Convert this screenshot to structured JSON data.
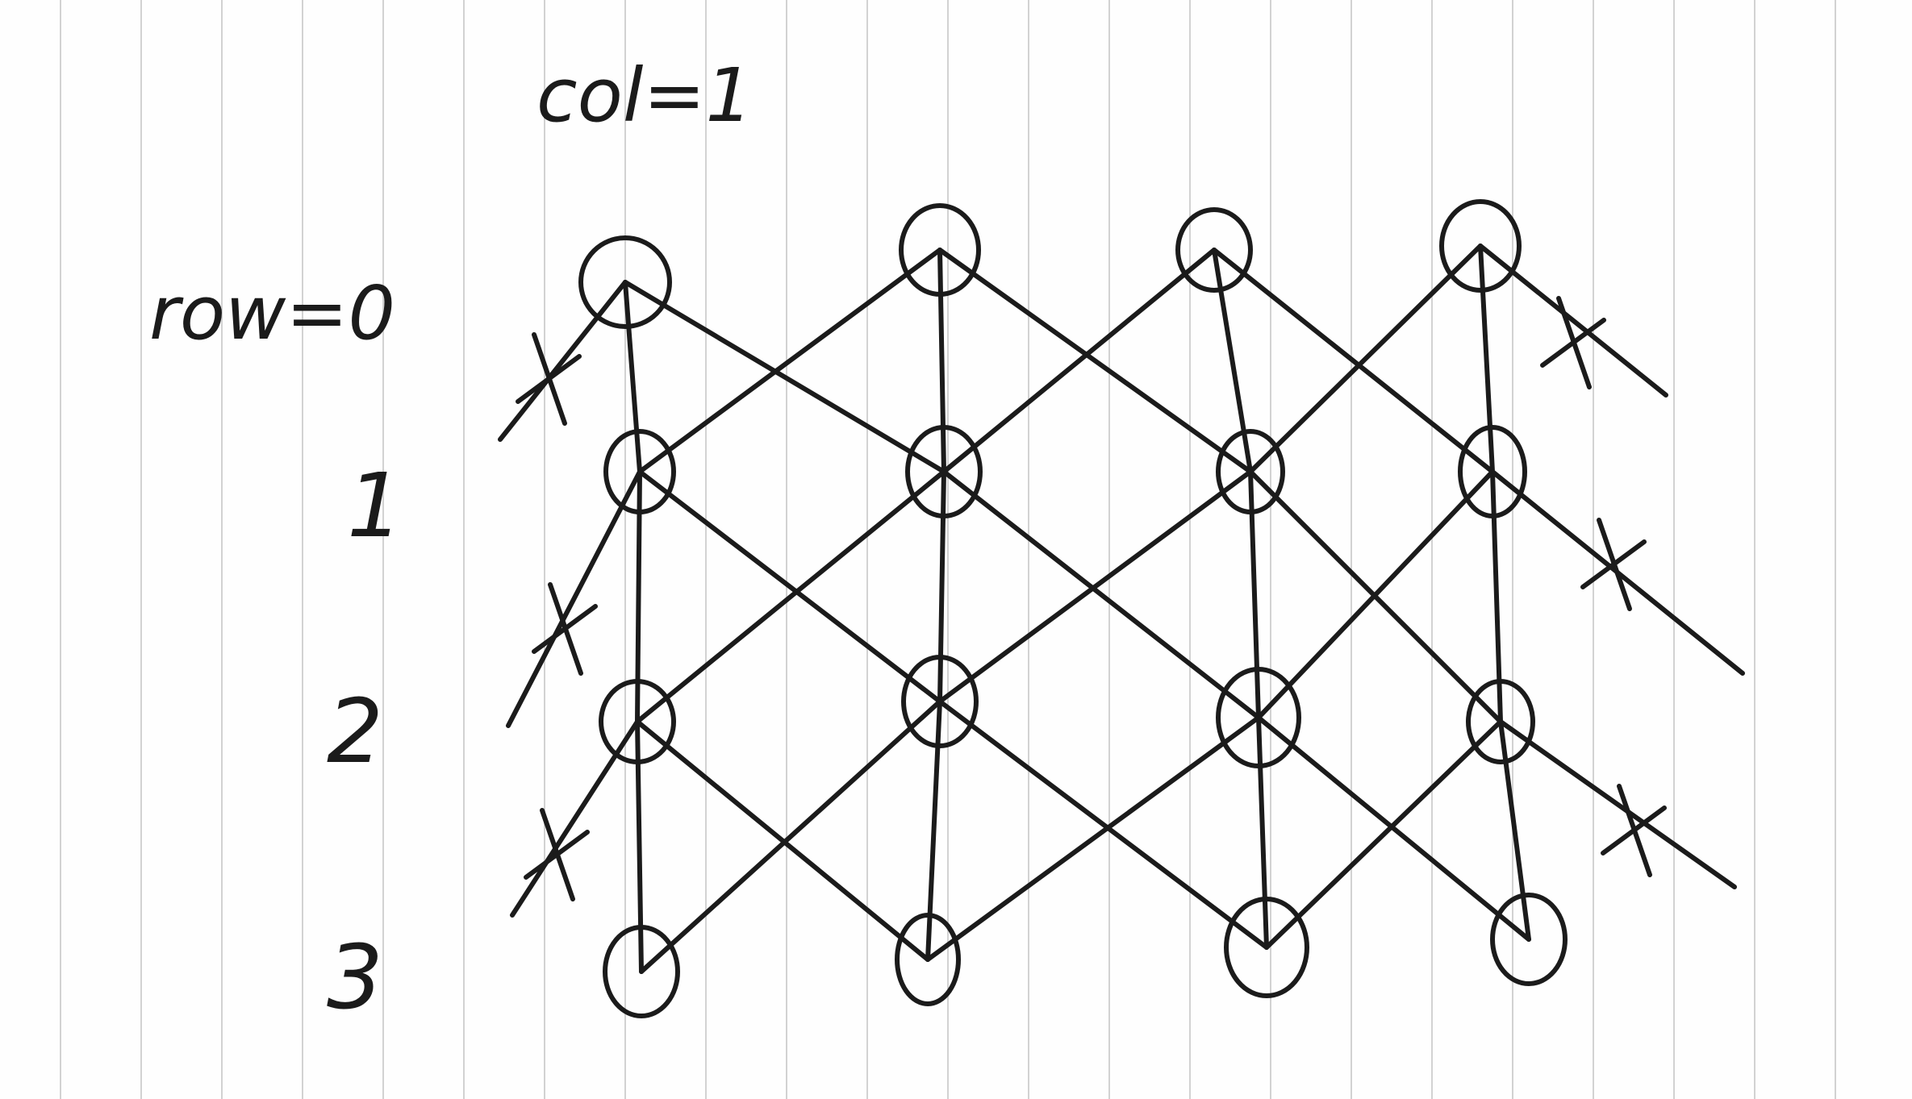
{
  "labels": {
    "col": "col=1",
    "row_prefix": "row=",
    "rows": [
      "0",
      "1",
      "2",
      "3"
    ]
  },
  "marks": {
    "cross": "x"
  },
  "grid": {
    "rows": 4,
    "cols": 4
  },
  "colors": {
    "ink": "#1b1b1b",
    "paper": "#fefefe",
    "rule": "#d2d2d2"
  }
}
